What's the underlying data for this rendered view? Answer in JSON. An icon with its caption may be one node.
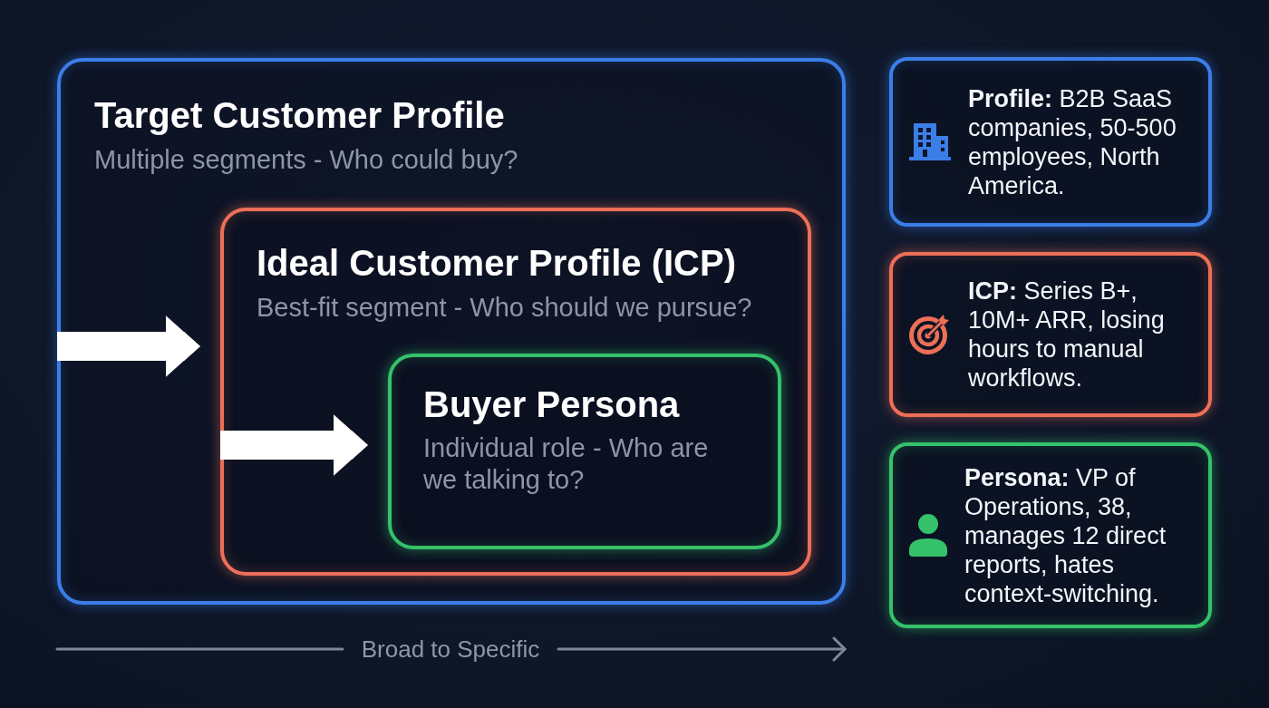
{
  "diagram": {
    "nodes": [
      {
        "text": [
          "Target Customer Profile",
          "Multiple segments - Who could buy?"
        ]
      },
      {
        "text": [
          "Ideal Customer Profile (ICP)",
          "Best-fit segment - Who should we pursue?"
        ],
        "in": 0
      },
      {
        "text": [
          "Buyer Persona",
          "Individual role - Who are we talking to?"
        ],
        "in": 1
      },
      {
        "text": [
          "**Profile:** B2B SaaS companies, 50-500 employees, North America."
        ]
      },
      {
        "text": [
          "**ICP:** Series B+, 10M+ ARR, losing hours to manual workflows."
        ]
      },
      {
        "text": [
          "**Persona:** VP of Operations, 38, manages 12 direct reports, hates context-switching."
        ]
      }
    ],
    "edges": [
      {
        "from": 0,
        "to": 1,
        "arrow": "to"
      },
      {
        "from": 1,
        "to": 2,
        "arrow": "to"
      }
    ],
    "labels": [
      "Broad to Specific"
    ]
  }
}
